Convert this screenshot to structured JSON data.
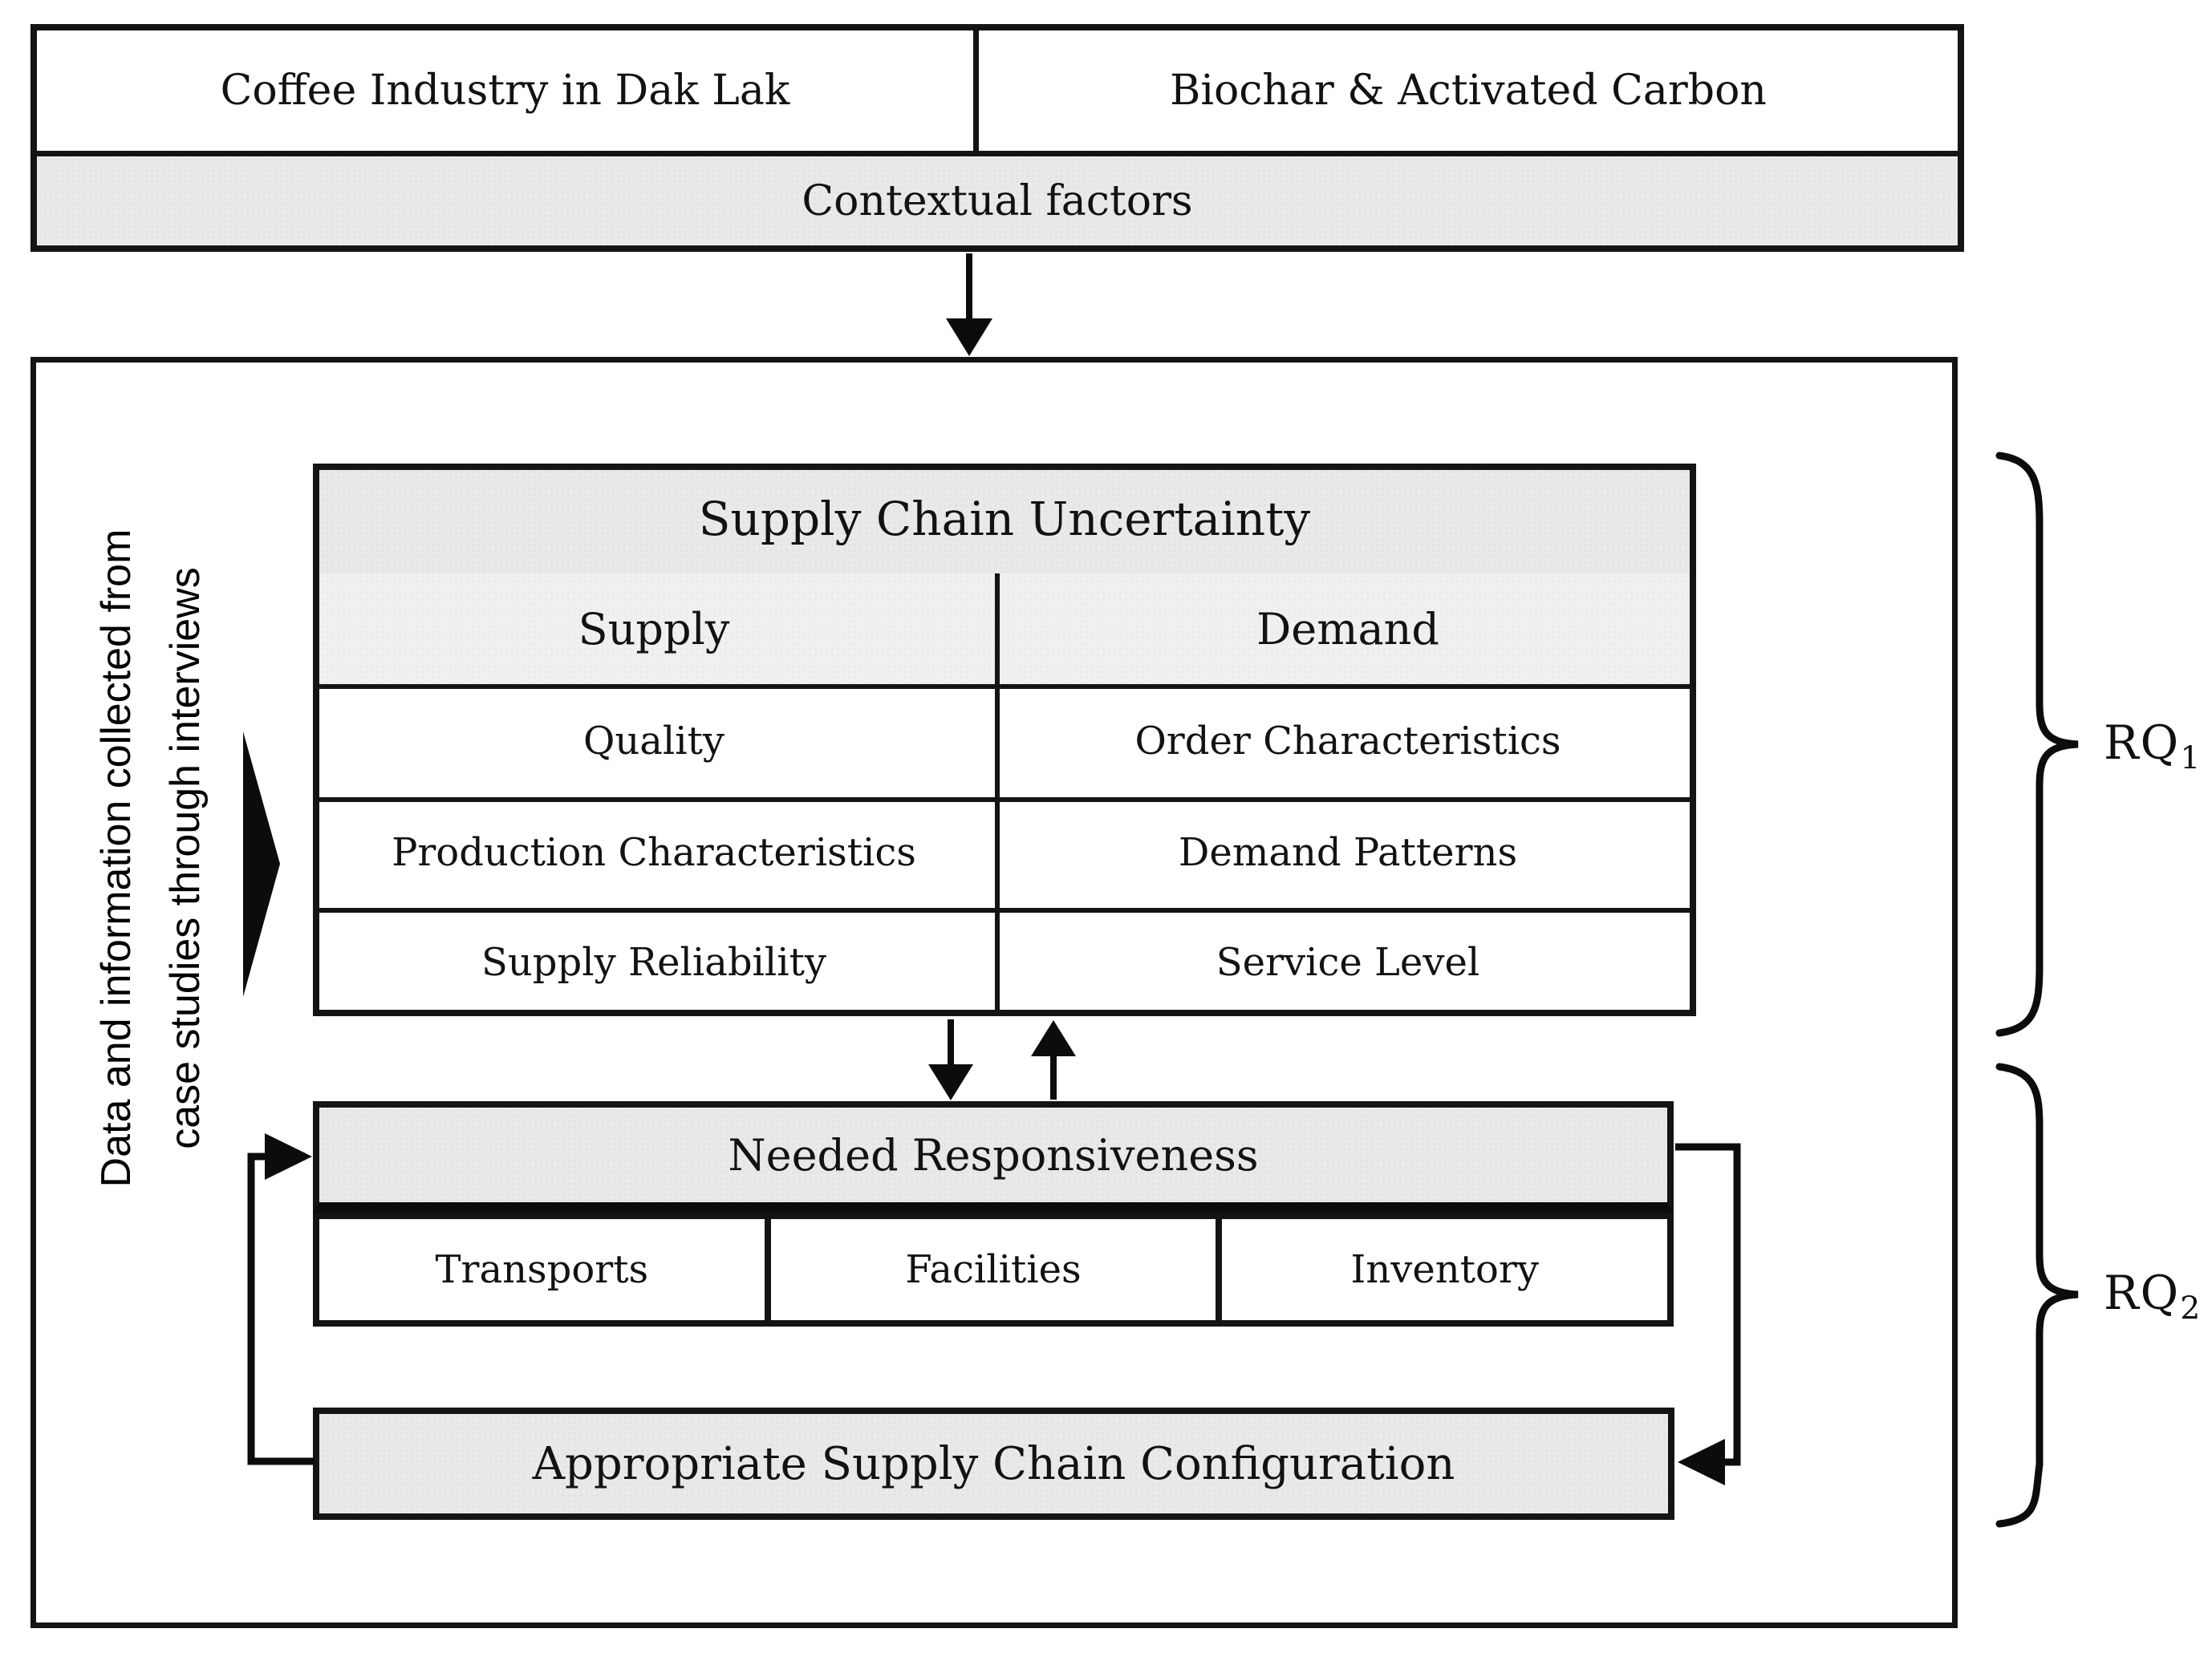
{
  "top_banner": {
    "left_cell": "Coffee Industry in Dak Lak",
    "right_cell": "Biochar & Activated Carbon",
    "band": "Contextual factors"
  },
  "left_annotation": {
    "line1": "Data and information collected from",
    "line2": "case studies through interviews"
  },
  "uncertainty_table": {
    "title": "Supply Chain Uncertainty",
    "columns": [
      "Supply",
      "Demand"
    ],
    "rows": [
      [
        "Quality",
        "Order Characteristics"
      ],
      [
        "Production Characteristics",
        "Demand Patterns"
      ],
      [
        "Supply Reliability",
        "Service Level"
      ]
    ]
  },
  "responsiveness": {
    "title": "Needed Responsiveness",
    "cells": [
      "Transports",
      "Facilities",
      "Inventory"
    ]
  },
  "configuration": {
    "title": "Appropriate Supply Chain Configuration"
  },
  "research_questions": [
    {
      "label": "RQ",
      "sub": "1"
    },
    {
      "label": "RQ",
      "sub": "2"
    }
  ],
  "colors": {
    "fill_gray": "#e9e9e7",
    "fill_light": "#eff1f0",
    "border": "#141414",
    "arrow": "#0c0c0c",
    "background": "#ffffff"
  }
}
